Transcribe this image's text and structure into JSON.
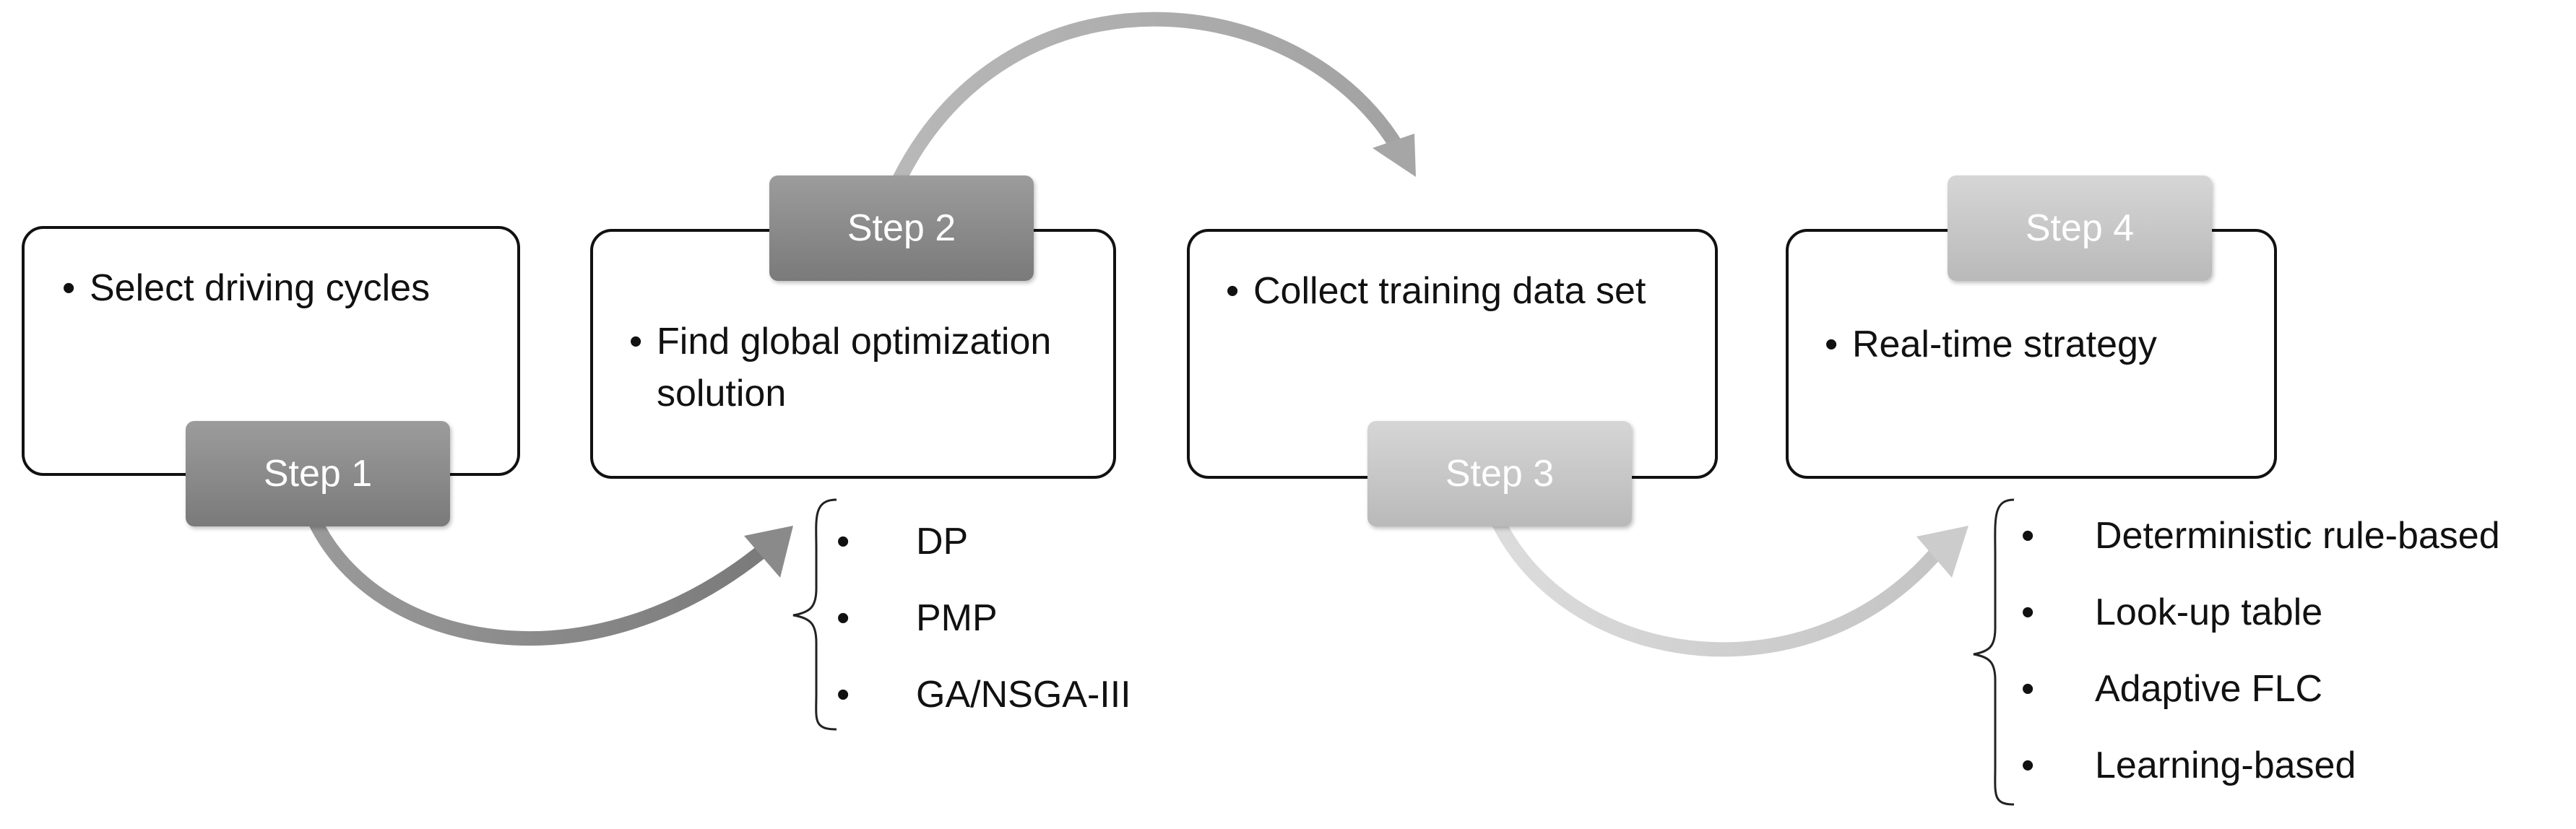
{
  "steps": [
    {
      "label": "Step 1",
      "bullet": "Select driving cycles"
    },
    {
      "label": "Step 2",
      "bullet": "Find global optimization solution"
    },
    {
      "label": "Step 3",
      "bullet": "Collect training data set"
    },
    {
      "label": "Step 4",
      "bullet": "Real-time strategy"
    }
  ],
  "global_methods": [
    "DP",
    "PMP",
    "GA/NSGA-III"
  ],
  "realtime_methods": [
    "Deterministic rule-based",
    "Look-up table",
    "Adaptive FLC",
    "Learning-based"
  ],
  "bullet_glyph": "•",
  "colors": {
    "arrow_dark": "#8a8a8a",
    "arrow_light": "#cfcfcf",
    "label_dark": "#8c8c8c",
    "label_light": "#c8c8c8"
  }
}
